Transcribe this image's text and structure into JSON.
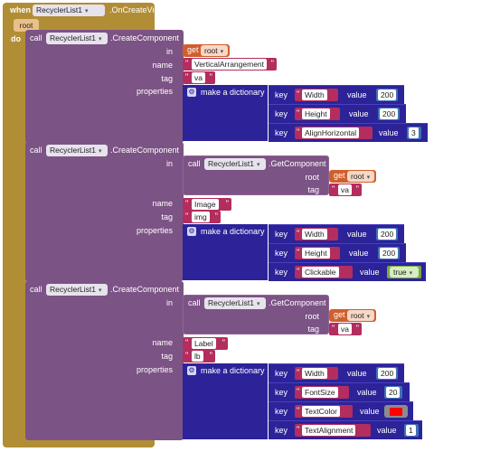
{
  "event": {
    "when": "when",
    "component": "RecyclerList1",
    "event_name": ".OnCreateView",
    "param": "root",
    "do": "do"
  },
  "blocks": [
    {
      "call": "call",
      "component": "RecyclerList1",
      "method": ".CreateComponent",
      "in_label": "in",
      "in_get": "get",
      "in_value": "root",
      "name_label": "name",
      "name_value": "VerticalArrangement",
      "tag_label": "tag",
      "tag_value": "va",
      "properties_label": "properties",
      "dict_label": "make a dictionary",
      "pairs": [
        {
          "key": "key",
          "name": "Width",
          "val": "value",
          "value": "200"
        },
        {
          "key": "key",
          "name": "Height",
          "val": "value",
          "value": "200"
        },
        {
          "key": "key",
          "name": "AlignHorizontal",
          "val": "value",
          "value": "3"
        }
      ]
    },
    {
      "call": "call",
      "component": "RecyclerList1",
      "method": ".CreateComponent",
      "in_label": "in",
      "in_call": "call",
      "in_component": "RecyclerList1",
      "in_method": ".GetComponent",
      "root_label": "root",
      "root_get": "get",
      "root_value": "root",
      "innertag_label": "tag",
      "innertag_value": "va",
      "name_label": "name",
      "name_value": "Image",
      "tag_label": "tag",
      "tag_value": "img",
      "properties_label": "properties",
      "dict_label": "make a dictionary",
      "pairs": [
        {
          "key": "key",
          "name": "Width",
          "val": "value",
          "value": "200"
        },
        {
          "key": "key",
          "name": "Height",
          "val": "value",
          "value": "200"
        },
        {
          "key": "key",
          "name": "Clickable",
          "val": "value",
          "value": "true"
        }
      ]
    },
    {
      "call": "call",
      "component": "RecyclerList1",
      "method": ".CreateComponent",
      "in_label": "in",
      "in_call": "call",
      "in_component": "RecyclerList1",
      "in_method": ".GetComponent",
      "root_label": "root",
      "root_get": "get",
      "root_value": "root",
      "innertag_label": "tag",
      "innertag_value": "va",
      "name_label": "name",
      "name_value": "Label",
      "tag_label": "tag",
      "tag_value": "lb",
      "properties_label": "properties",
      "dict_label": "make a dictionary",
      "pairs": [
        {
          "key": "key",
          "name": "Width",
          "val": "value",
          "value": "200"
        },
        {
          "key": "key",
          "name": "FontSize",
          "val": "value",
          "value": "20"
        },
        {
          "key": "key",
          "name": "TextColor",
          "val": "value",
          "value": ""
        },
        {
          "key": "key",
          "name": "TextAlignment",
          "val": "value",
          "value": "1"
        }
      ]
    }
  ],
  "colors": {
    "event_block": "#b18e35",
    "component_block": "#7c5385",
    "dictionary_block": "#2c2399",
    "text_block": "#b32d5e",
    "variable_block": "#d05f2d",
    "math_block": "#3f71b5",
    "logic_block": "#77ab41",
    "color_value": "#ff0000"
  }
}
